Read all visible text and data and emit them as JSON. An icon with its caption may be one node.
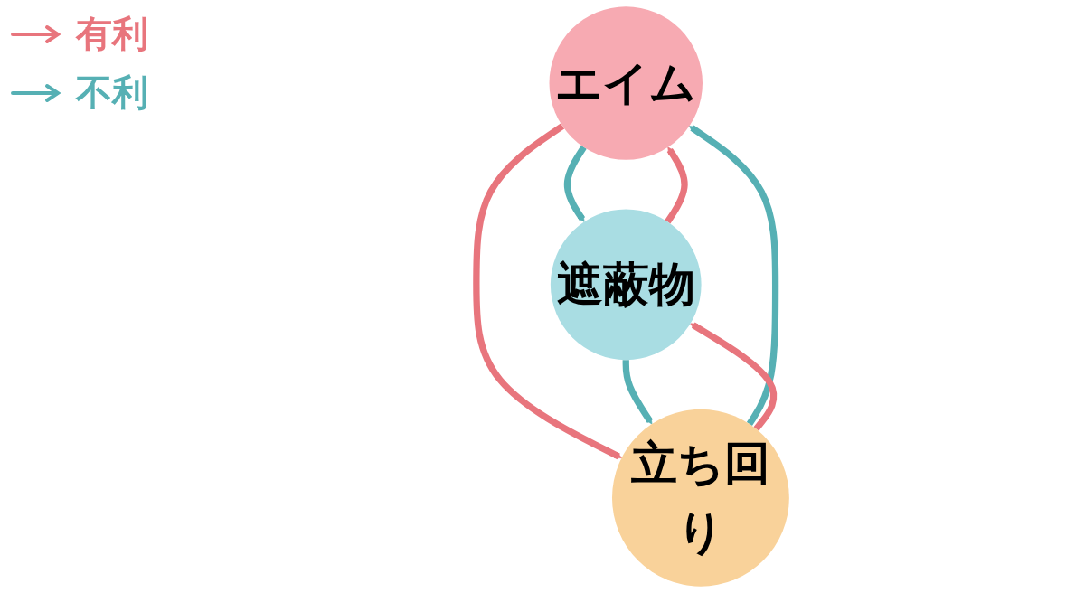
{
  "diagram": {
    "nodes": [
      {
        "text": [
          "エイム"
        ]
      },
      {
        "text": [
          "遮蔽物"
        ]
      },
      {
        "text": [
          "立ち回り"
        ]
      }
    ],
    "edges": [
      {
        "from": 1,
        "to": 0,
        "arrow": "to",
        "color": "#e8757d"
      },
      {
        "from": 0,
        "to": 1,
        "arrow": "to",
        "color": "#56b0b4"
      },
      {
        "from": 0,
        "to": 2,
        "arrow": "to",
        "color": "#e8757d"
      },
      {
        "from": 2,
        "to": 0,
        "arrow": "to",
        "color": "#56b0b4"
      },
      {
        "from": 1,
        "to": 2,
        "arrow": "to",
        "color": "#56b0b4"
      },
      {
        "from": 2,
        "to": 1,
        "arrow": "to",
        "color": "#e8757d"
      }
    ],
    "legend": [
      {
        "text": "有利",
        "color": "#e8757d"
      },
      {
        "text": "不利",
        "color": "#56b0b4"
      }
    ]
  }
}
